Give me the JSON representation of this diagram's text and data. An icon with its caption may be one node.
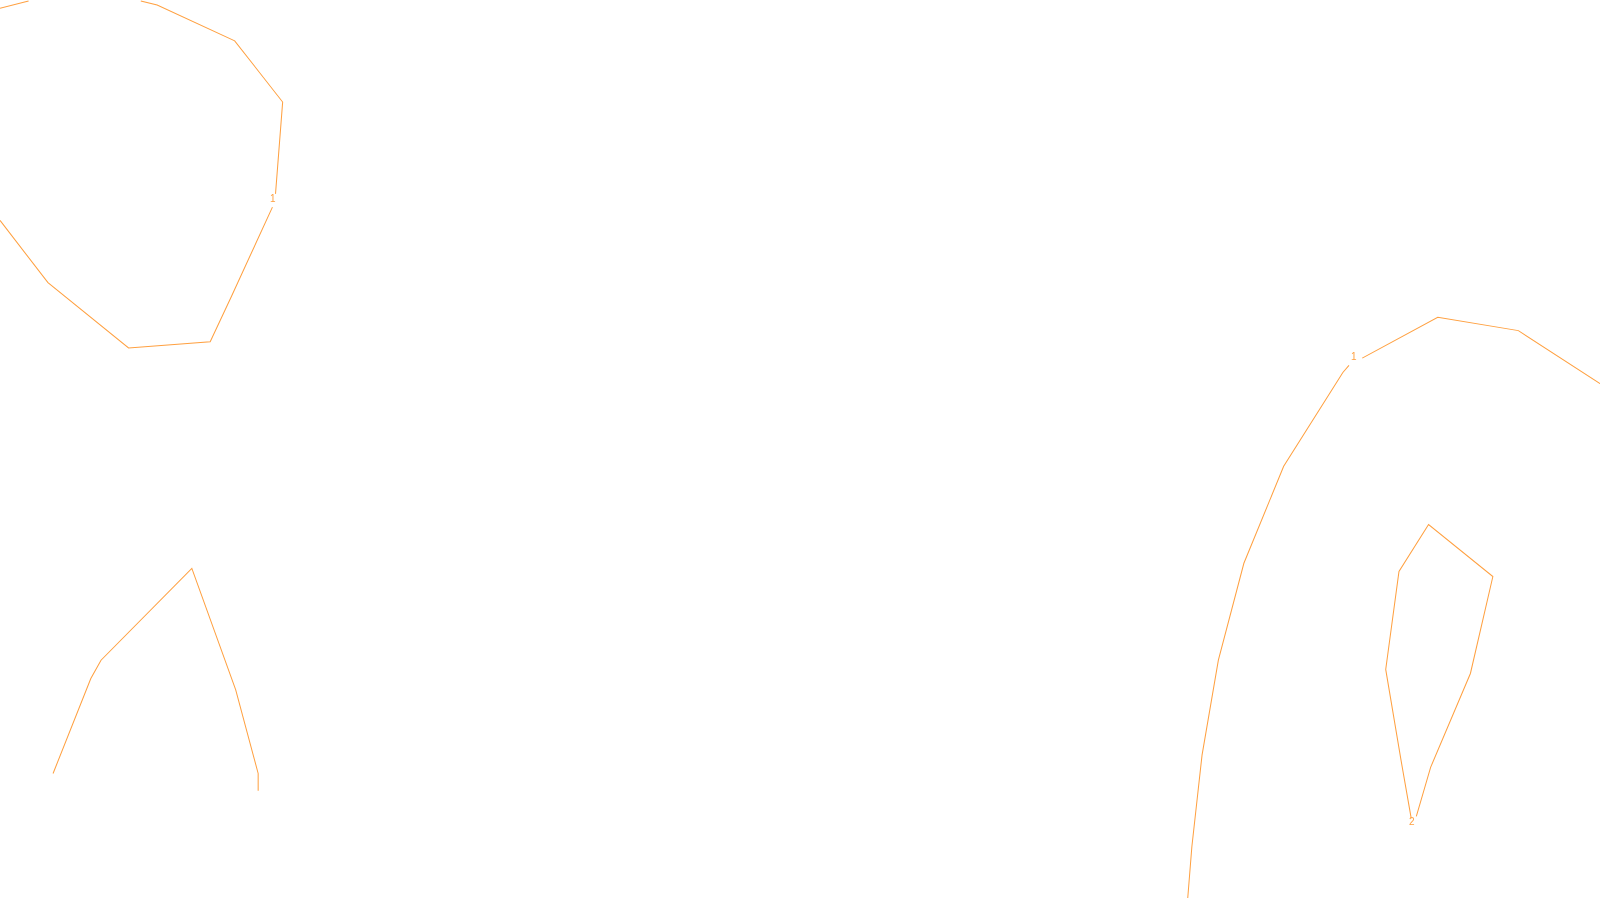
{
  "diagram": {
    "labels": [
      "1",
      "1",
      "2"
    ]
  }
}
